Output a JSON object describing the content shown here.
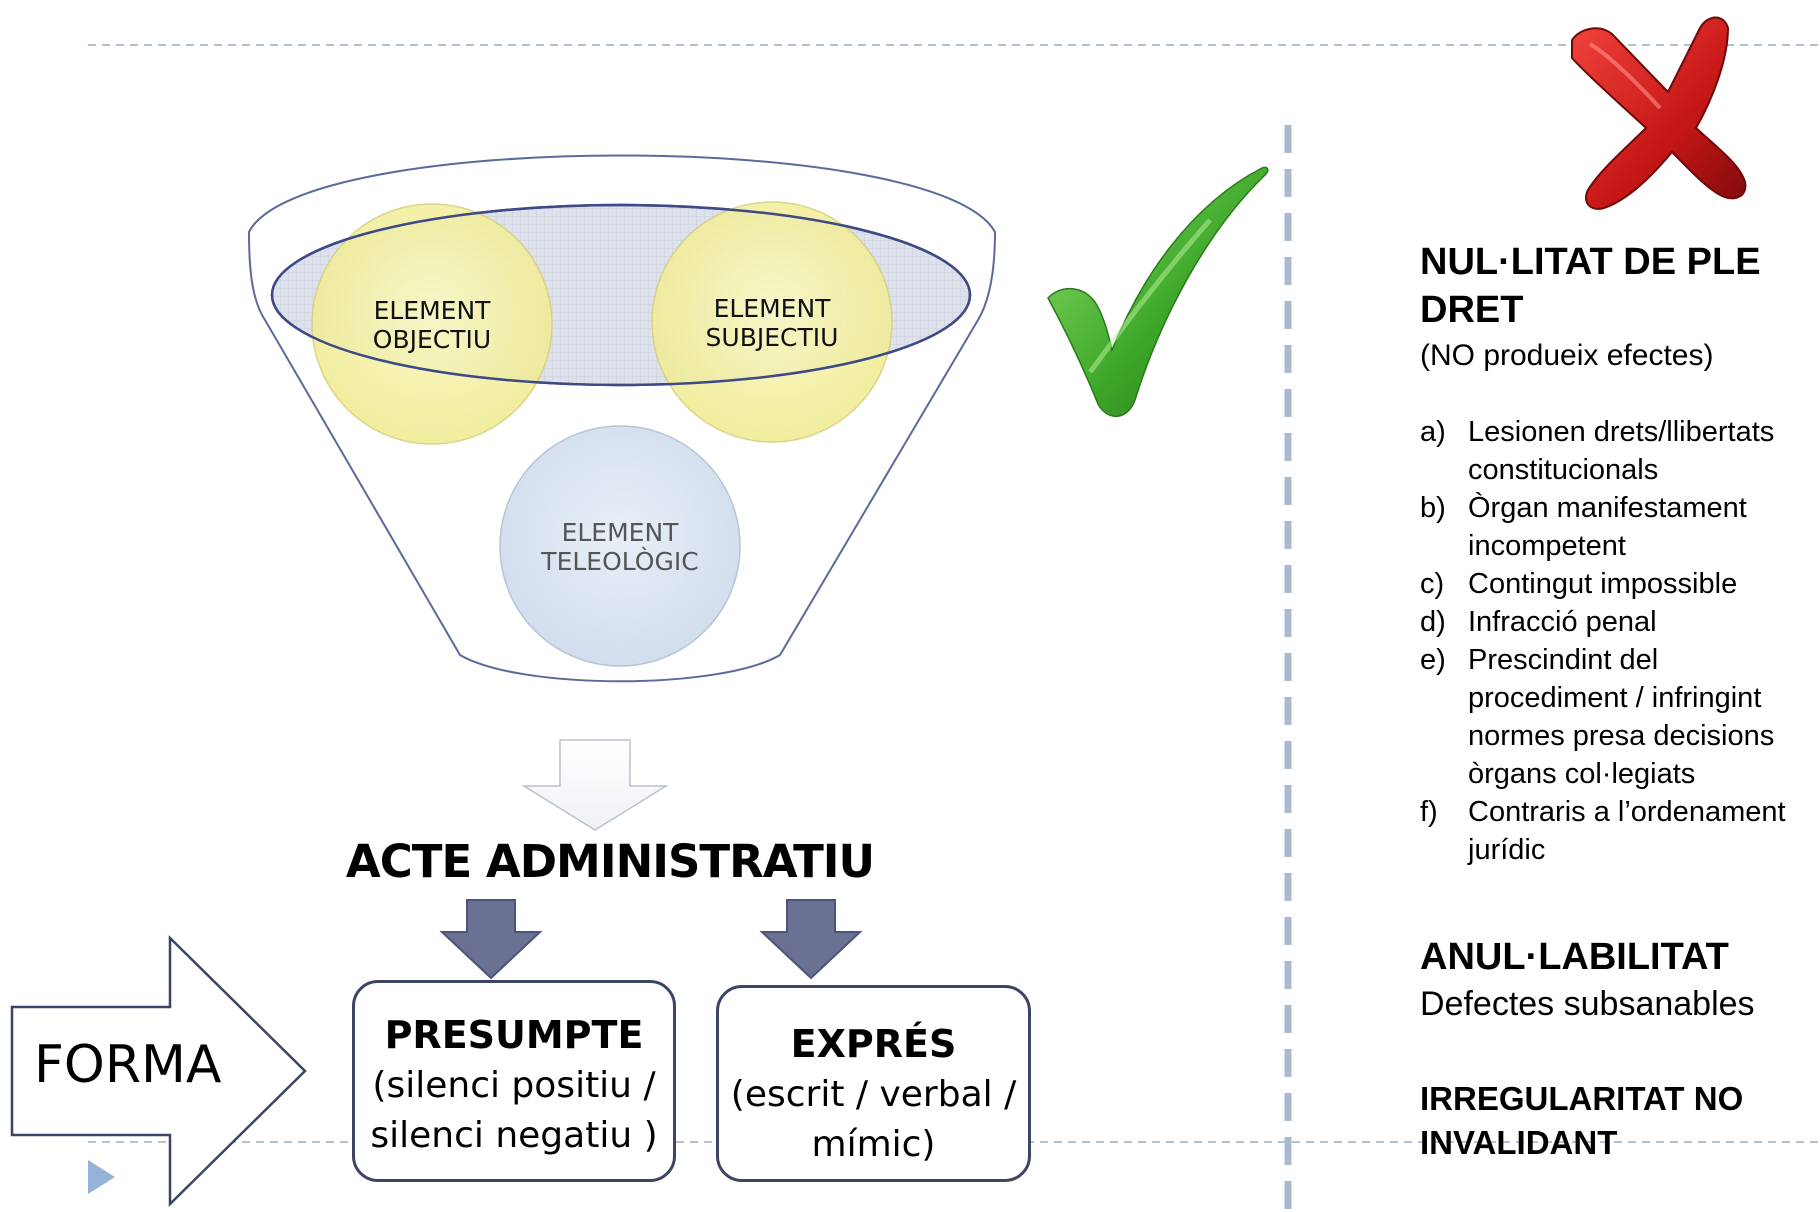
{
  "diagram": {
    "circles": [
      {
        "label": "ELEMENT\nOBJECTIU"
      },
      {
        "label": "ELEMENT\nSUBJECTIU"
      },
      {
        "label": "ELEMENT\nTELEOLÒGIC"
      }
    ],
    "main_title": "ACTE ADMINISTRATIU",
    "forma_label": "FORMA",
    "boxes": [
      {
        "title": "PRESUMPTE",
        "line1": "(silenci positiu /",
        "line2": "silenci negatiu )"
      },
      {
        "title": "EXPRÉS",
        "line1": "(escrit / verbal /",
        "line2": "mímic)"
      }
    ]
  },
  "right_panel": {
    "nullity_heading": "NUL·LITAT DE PLE DRET",
    "nullity_sub": "(NO produeix efectes)",
    "nullity_items": [
      {
        "letter": "a)",
        "text": "Lesionen drets/llibertats constitucionals"
      },
      {
        "letter": "b)",
        "text": "Òrgan manifestament incompetent"
      },
      {
        "letter": "c)",
        "text": "Contingut impossible"
      },
      {
        "letter": "d)",
        "text": "Infracció penal"
      },
      {
        "letter": "e)",
        "text": "Prescindint del procediment / infringint normes presa decisions òrgans col·legiats"
      },
      {
        "letter": "f)",
        "text": "Contraris a l’ordenament jurídic"
      }
    ],
    "annul_heading": "ANUL·LABILITAT",
    "annul_sub": "Defectes subsanables",
    "irreg_heading": "IRREGULARITAT NO INVALIDANT"
  },
  "colors": {
    "dashed_line": "#b4c3d4",
    "funnel_stroke": "#5a6a9a",
    "circle_yellow": "#f3f29a",
    "circle_blue": "#dbe6f1",
    "arrow_dark": "#6a7193",
    "check_green": "#3fae2a",
    "cross_red": "#c81a1a"
  },
  "icons": [
    "check-mark-icon",
    "red-x-icon",
    "play-triangle-icon"
  ]
}
